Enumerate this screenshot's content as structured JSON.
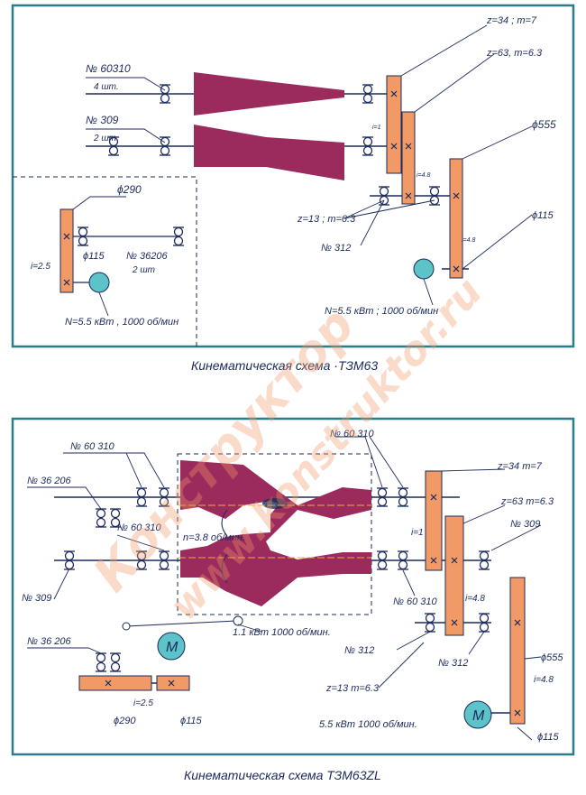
{
  "top": {
    "caption": "Кинематическая схема     ·ТЗМ63",
    "labels": {
      "bearing_60310": "№ 60310",
      "bearing_60310_qty": "4 шт.",
      "bearing_309": "№ 309",
      "bearing_309_qty": "2 шт",
      "gear_z34": "z=34 ;   m=7",
      "gear_z63": "z=63,  m=6.3",
      "d555": "ϕ555",
      "z13": "z=13 ;  m=6.3",
      "bearing_312": "№ 312",
      "d115": "ϕ115",
      "motor_power": "N=5.5 кВт ;  1000 об/мин",
      "ratio_1": "i=1",
      "ratio_48a": "i=4.8",
      "ratio_48b": "i=4.8",
      "inset_d290": "ϕ290",
      "inset_d115": "ϕ115",
      "inset_bearing": "№ 36206",
      "inset_bearing_qty": "2 шт",
      "inset_ratio": "i=2.5",
      "inset_motor_power": "N=5.5 кВт , 1000 об/мин"
    }
  },
  "bottom": {
    "caption": "Кинематическая схема       ТЗМ63ZL",
    "labels": {
      "b60310_a": "№ 60 310",
      "b60310_b": "№ 60 310",
      "b60310_c": "№ 60 310",
      "b60310_d": "№ 60 310",
      "b36206_a": "№ 36 206",
      "b36206_b": "№ 36 206",
      "b309_a": "№ 309",
      "b309_b": "№ 309",
      "b312_a": "№ 312",
      "b312_b": "№ 312",
      "speed": "n=3.8 об/мин.",
      "small_motor": "1.1 кВт 1000 об/мин.",
      "main_motor": "5.5 кВт 1000 об/мин.",
      "z34": "z=34  m=7",
      "z63": "z=63  m=6.3",
      "z13": "z=13  m=6.3",
      "ratio_1": "i=1",
      "ratio_48a": "i=4.8",
      "ratio_48b": "i=4.8",
      "ratio_25": "i=2.5",
      "d555": "ϕ555",
      "d115a": "ϕ115",
      "d115b": "ϕ115",
      "d290": "ϕ290",
      "motor_symbol": "M",
      "motor_symbol_2": "M"
    }
  },
  "watermark": {
    "line1": "Конструктор",
    "line2": "www.konstruktor.ru"
  },
  "colors": {
    "frame": "#2a7d8a",
    "ink": "#1b2a5a",
    "roller": "#9b2a5d",
    "gear": "#f29a66",
    "motor": "#5cc3c9"
  }
}
